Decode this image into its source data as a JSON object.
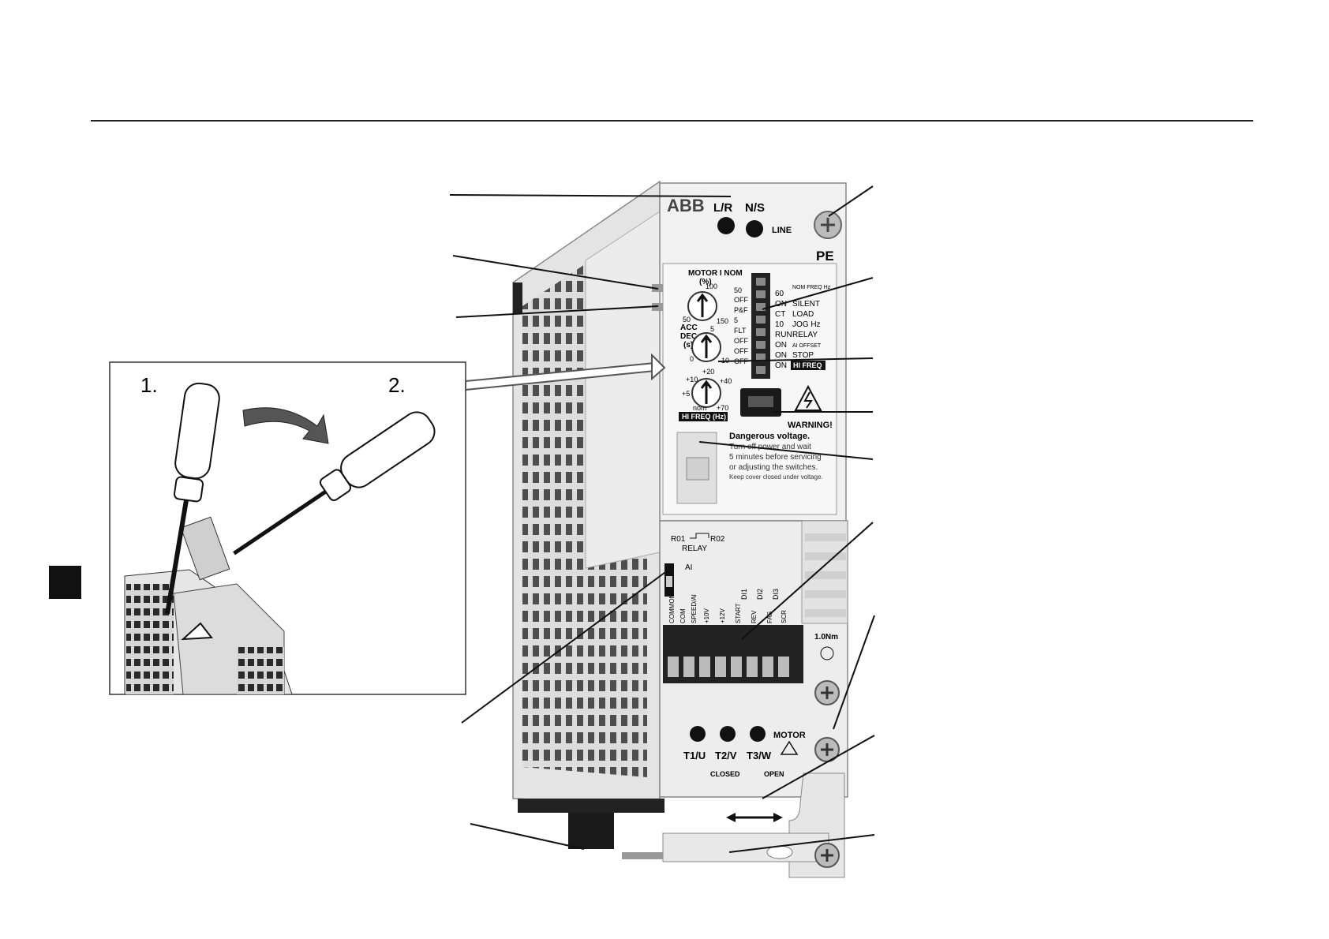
{
  "colors": {
    "ink": "#111111",
    "housing": "#e9e9e9",
    "housing_dark": "#cfcfcf",
    "rule": "#222222"
  },
  "inset": {
    "step1": "1.",
    "step2": "2."
  },
  "device": {
    "brand": "ABB",
    "led_lr": "L/R",
    "led_ns": "N/S",
    "line": "LINE",
    "pe": "PE",
    "motor_inom": "MOTOR I NOM",
    "motor_inom_unit": "(%)",
    "dial1_ticks": [
      "100",
      "50",
      "150"
    ],
    "acc_dec": [
      "ACC",
      "DEC",
      "(s)"
    ],
    "dial2_ticks": [
      "5",
      "0",
      "10"
    ],
    "dial3_ticks": [
      "+20",
      "+10",
      "+40",
      "+5",
      "nom",
      "+70"
    ],
    "hi_freq_hz": "HI FREQ (Hz)",
    "dip_left": [
      "50",
      "OFF",
      "P&F",
      "5",
      "FLT",
      "OFF",
      "OFF",
      "OFF"
    ],
    "dip_right_num": [
      "60",
      "ON",
      "CT",
      "10",
      "RUN",
      "ON",
      "ON",
      "ON"
    ],
    "dip_right_label": [
      "NOM FREQ Hz",
      "SILENT",
      "LOAD",
      "JOG Hz",
      "RELAY",
      "AI OFFSET",
      "STOP",
      "HI FREQ"
    ],
    "warning": "WARNING!",
    "danger_title": "Dangerous voltage.",
    "danger_lines": [
      "Turn off power and wait",
      "5 minutes before servicing",
      "or adjusting the switches.",
      "Keep cover closed under voltage."
    ],
    "relay_labels": {
      "ro1": "R01",
      "ro2": "R02",
      "relay": "RELAY"
    },
    "ai": "AI",
    "di_labels": [
      "DI1",
      "DI2",
      "DI3"
    ],
    "terminal_labels": [
      "COMMON",
      "COM",
      "SPEED/AI",
      "+10V",
      "+12V",
      "START",
      "REV",
      "FAS",
      "SCR"
    ],
    "torque": "1.0Nm",
    "motor_terms": [
      "T1/U",
      "T2/V",
      "T3/W"
    ],
    "motor": "MOTOR",
    "closed": "CLOSED",
    "open": "OPEN"
  }
}
